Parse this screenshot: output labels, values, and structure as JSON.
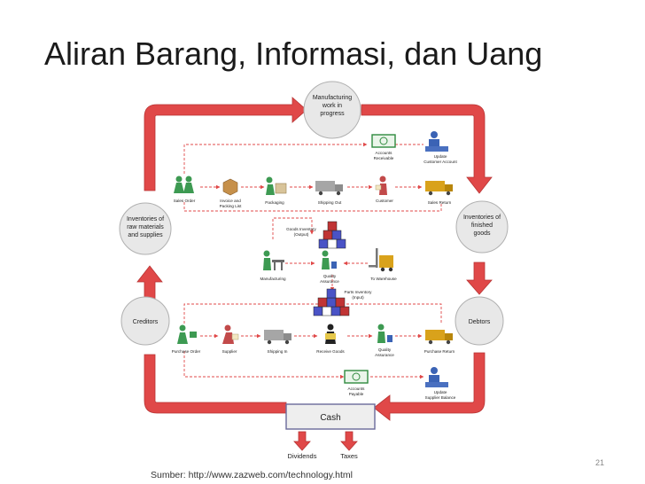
{
  "slide": {
    "title": "Aliran Barang, Informasi, dan Uang",
    "source": "Sumber: http://www.zazweb.com/technology.html",
    "page_number": "21"
  },
  "diagram": {
    "nodes": {
      "wip": [
        "Manufacturing",
        "work in",
        "progress"
      ],
      "inventories_raw": [
        "Inventories of",
        "raw materials",
        "and supplies"
      ],
      "inventories_finished": [
        "Inventories of",
        "finished",
        "goods"
      ],
      "creditors": [
        "Creditors"
      ],
      "debtors": [
        "Debtors"
      ]
    },
    "cash": "Cash",
    "outflows": {
      "dividends": "Dividends",
      "taxes": "Taxes"
    },
    "steps": {
      "sales_order": "Sales Order",
      "invoice": [
        "Invoice and",
        "Packing List"
      ],
      "packaging": "Packaging",
      "shipping_out": "Shipping Out",
      "customer": "Customer",
      "sales_return": "Sales Return",
      "accounts_receivable": [
        "Accounts",
        "Receivable"
      ],
      "update_customer": [
        "Update",
        "Customer Account"
      ],
      "goods_inventory": [
        "Goods Inventory",
        "(Output)"
      ],
      "manufacturing": "Manufacturing",
      "quality_assurance_mid": [
        "Quality",
        "Assurance"
      ],
      "to_warehouse": "To Warehouse",
      "parts_inventory": [
        "Parts Inventory",
        "(Input)"
      ],
      "purchase_order": "Purchase Order",
      "supplier": "Supplier",
      "shipping_in": "Shipping In",
      "receive_goods": "Receive Goods",
      "quality_assurance_bot": [
        "Quality",
        "Assurance"
      ],
      "purchase_return": "Purchase Return",
      "accounts_payable": [
        "Accounts",
        "Payable"
      ],
      "update_supplier": [
        "Update",
        "Supplier Balance"
      ]
    },
    "colors": {
      "flow_red": "#e04848",
      "node_fill": "#e8e8e8",
      "box_blue": "#4a53c6",
      "box_red": "#c03434",
      "person_green": "#3d9a52",
      "truck_gray": "#a6a6a6",
      "truck_yellow": "#d9a21b",
      "money_green": "#2f8a3e"
    }
  }
}
